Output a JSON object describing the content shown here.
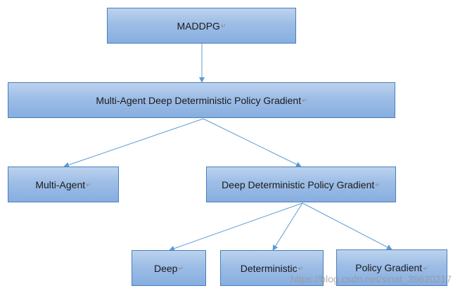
{
  "diagram": {
    "mark": "↵",
    "nodes": {
      "maddpg": "MADDPG",
      "full_name": "Multi-Agent Deep Deterministic Policy Gradient",
      "multi_agent": "Multi-Agent",
      "ddpg": "Deep Deterministic Policy Gradient",
      "deep": "Deep",
      "deterministic": "Deterministic",
      "policy_gradient": "Policy Gradient"
    },
    "colors": {
      "box_fill": "#9dbde6",
      "box_border": "#4a7ebb",
      "arrow": "#5b9bd5"
    }
  },
  "watermark": "https://blog.csdn.net/sinat_39620217"
}
